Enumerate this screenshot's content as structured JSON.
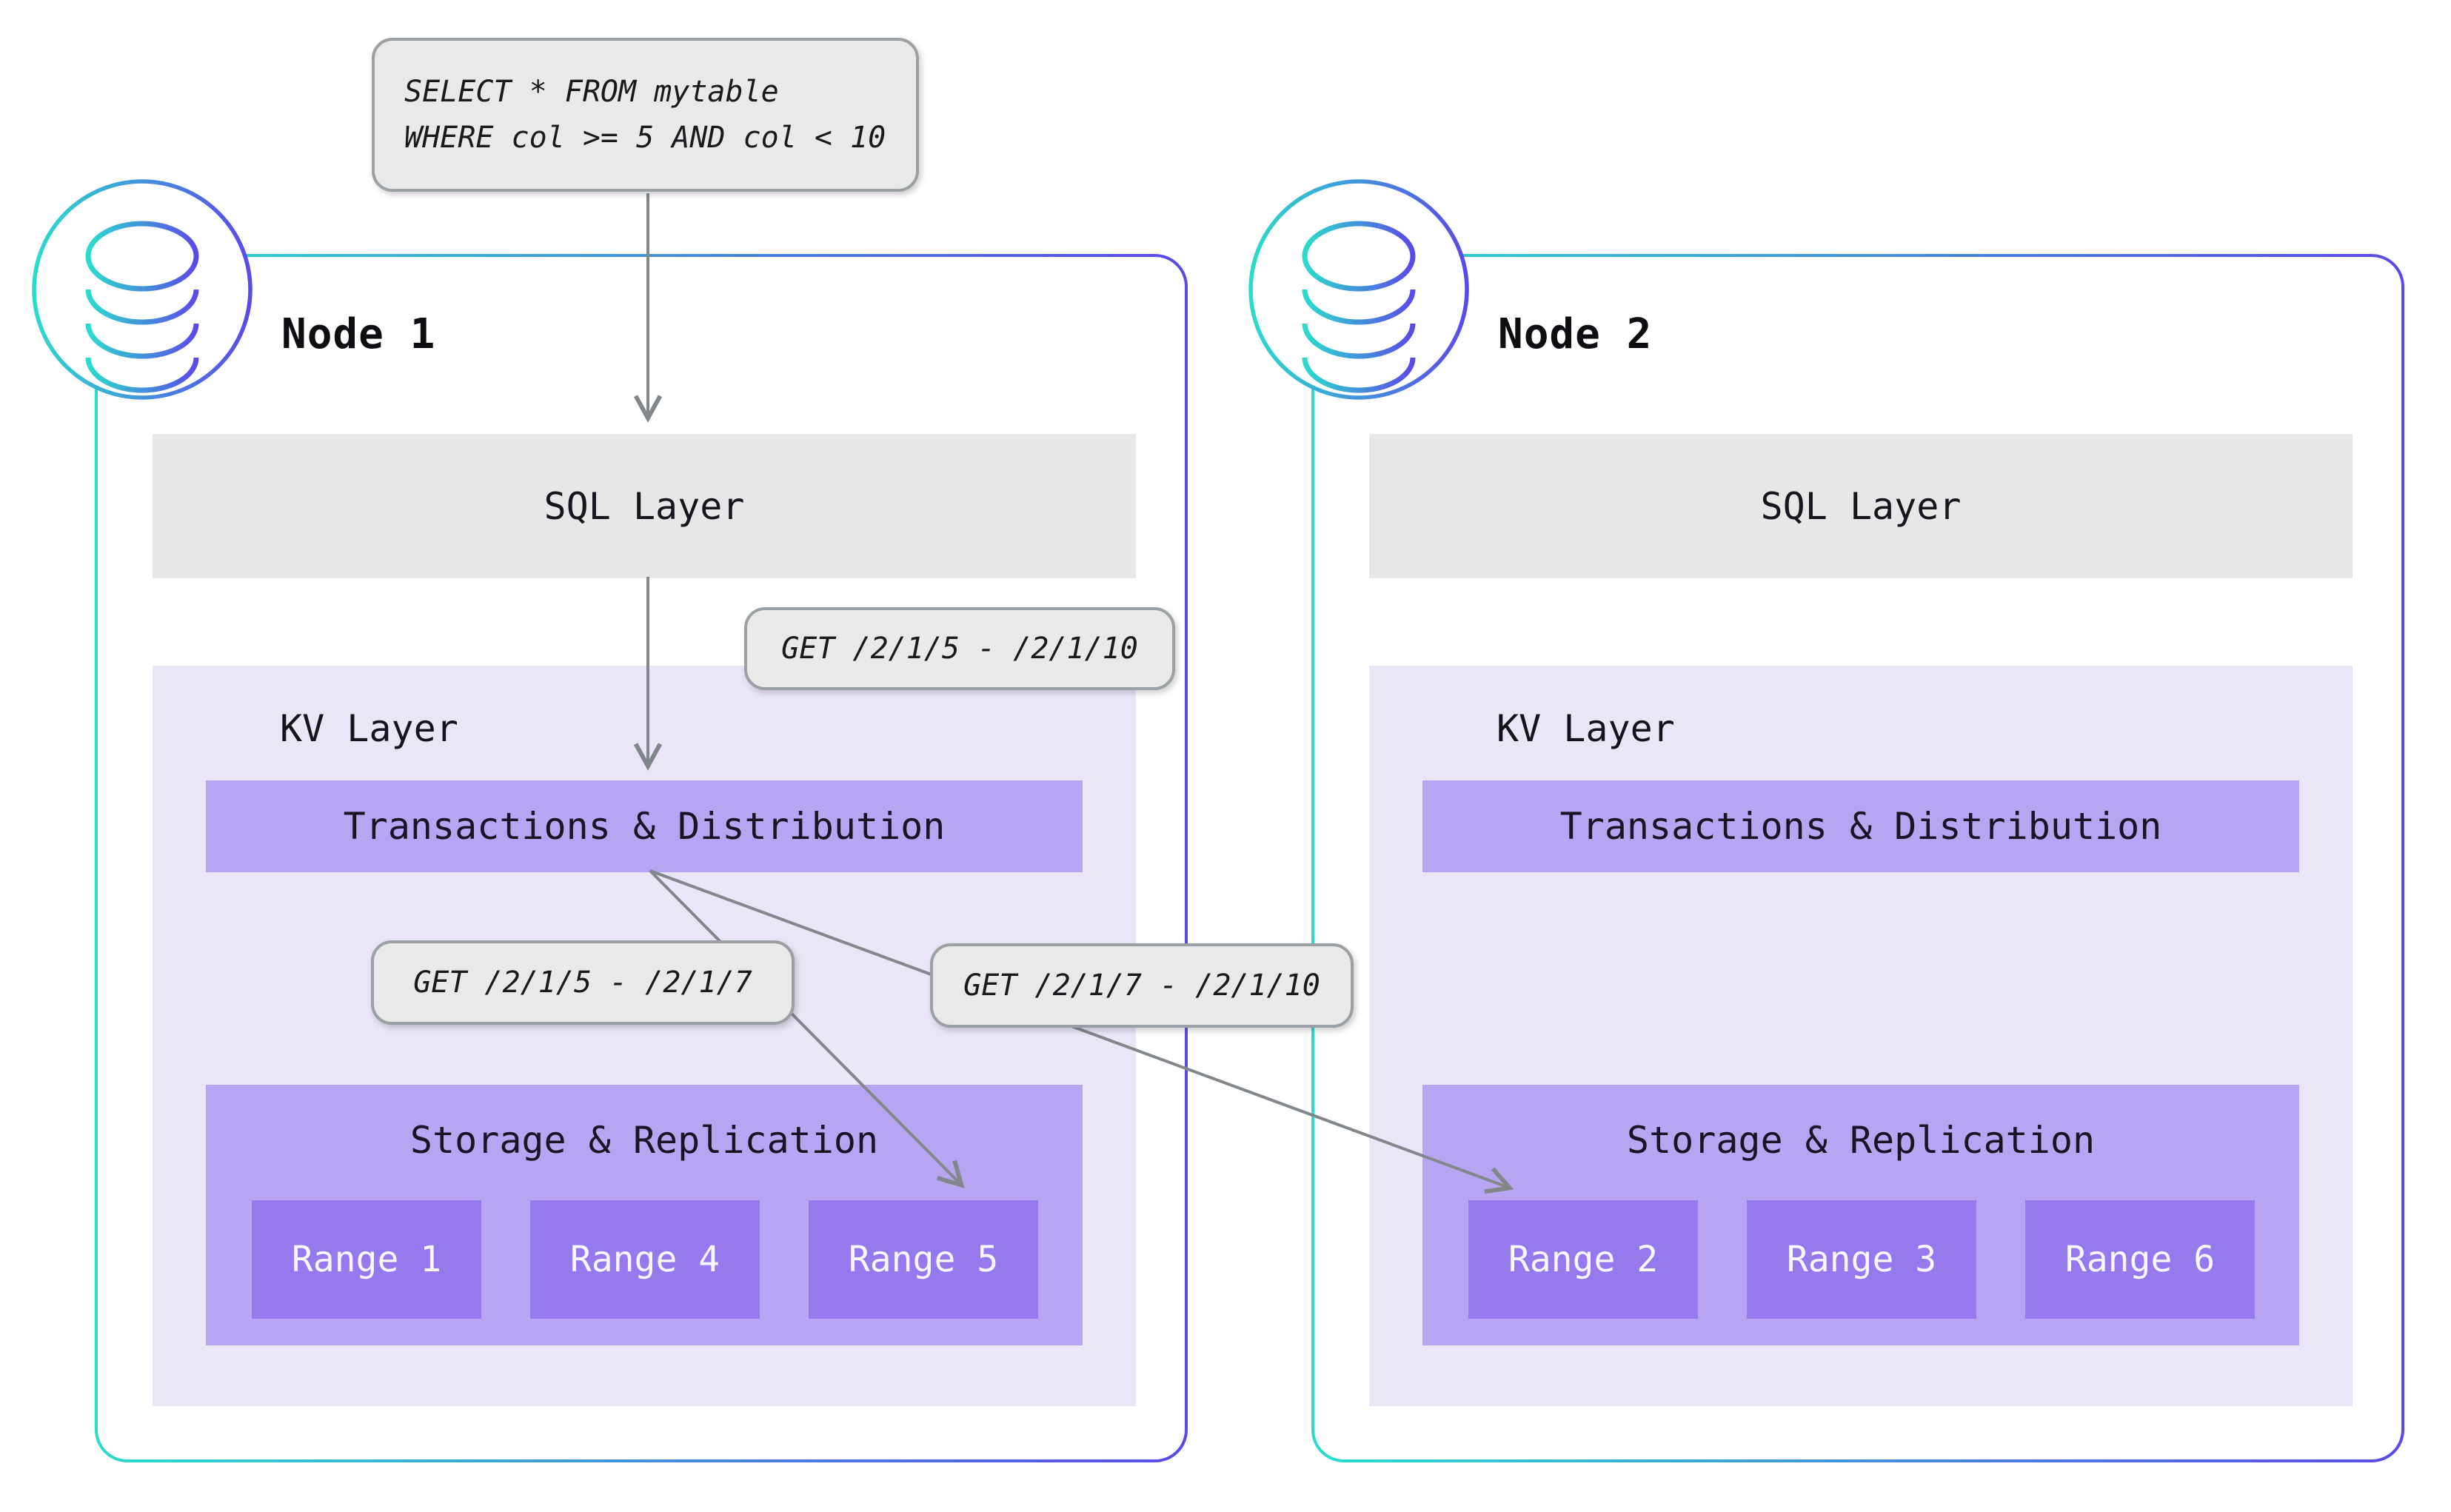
{
  "sql_query": {
    "line1": "SELECT * FROM mytable",
    "line2": "WHERE col >= 5 AND col < 10"
  },
  "kv_requests": {
    "full_range": "GET /2/1/5 - /2/1/10",
    "split_left": "GET /2/1/5 - /2/1/7",
    "split_right": "GET /2/1/7 - /2/1/10"
  },
  "nodes": [
    {
      "title": "Node 1",
      "icon": "database-cylinder-icon",
      "sql_layer_label": "SQL Layer",
      "kv_layer_label": "KV Layer",
      "transactions_label": "Transactions & Distribution",
      "storage_label": "Storage & Replication",
      "ranges": [
        "Range 1",
        "Range 4",
        "Range 5"
      ]
    },
    {
      "title": "Node 2",
      "icon": "database-cylinder-icon",
      "sql_layer_label": "SQL Layer",
      "kv_layer_label": "KV Layer",
      "transactions_label": "Transactions & Distribution",
      "storage_label": "Storage & Replication",
      "ranges": [
        "Range 2",
        "Range 3",
        "Range 6"
      ]
    }
  ],
  "colors": {
    "node_gradient_start": "#2bdccd",
    "node_gradient_end": "#5b49e8",
    "sql_layer_bar": "#e6e7e6",
    "kv_region_background": "#eae6f8",
    "kv_purple_bar": "#b7a5f1",
    "range_box": "#9779ee",
    "range_text": "#f8f6ff",
    "label_chip_background": "#e8e9e8",
    "label_chip_border": "#9aa0a3",
    "arrow": "#82878c",
    "text_dark": "#17161f"
  }
}
